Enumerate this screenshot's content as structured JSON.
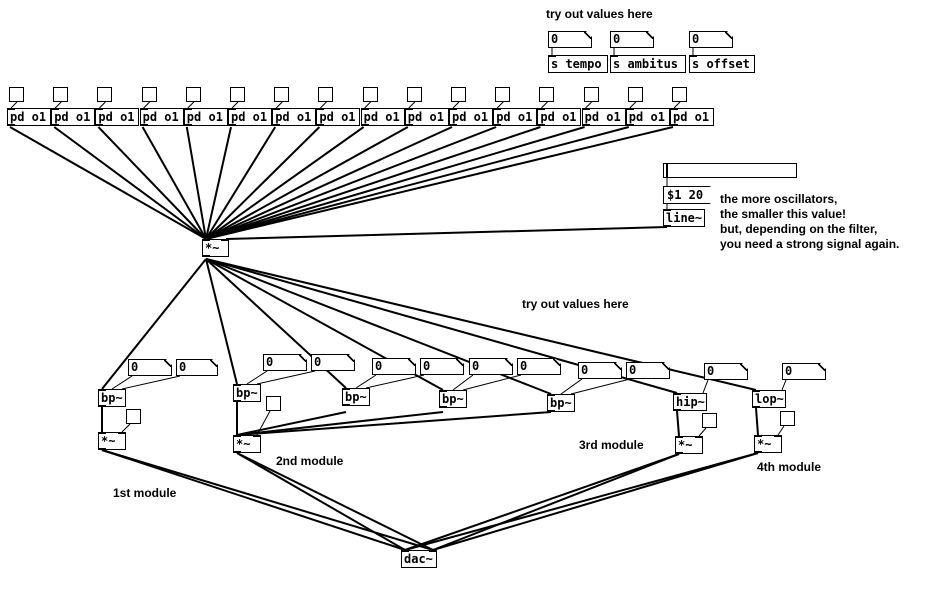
{
  "comments": {
    "try_out_top": "try out values here",
    "try_out_mid": "try out values here",
    "osc_note_1": "the more oscillators,",
    "osc_note_2": "the smaller this value!",
    "osc_note_3": "but, depending on the filter,",
    "osc_note_4": "you need a strong signal again.",
    "module1": "1st module",
    "module2": "2nd module",
    "module3": "3rd module",
    "module4": "4th module"
  },
  "senders": [
    {
      "number": "0",
      "label": "s tempo"
    },
    {
      "number": "0",
      "label": "s ambitus"
    },
    {
      "number": "0",
      "label": "s offset"
    }
  ],
  "oscillator_label": "pd o1",
  "oscillator_count": 16,
  "gain_message": "$1 20",
  "line_label": "line~",
  "mult_label": "*~",
  "dac_label": "dac~",
  "module1": {
    "filter": "bp~",
    "numbers": [
      "0",
      "0"
    ],
    "mult": "*~"
  },
  "module2": {
    "filters": [
      "bp~",
      "bp~",
      "bp~",
      "bp~"
    ],
    "numbers": [
      "0",
      "0",
      "0",
      "0",
      "0",
      "0",
      "0",
      "0"
    ],
    "mult": "*~"
  },
  "module3": {
    "filter": "hip~",
    "numbers": [
      "0"
    ],
    "mult": "*~"
  },
  "module4": {
    "filter": "lop~",
    "numbers": [
      "0"
    ],
    "mult": "*~"
  }
}
